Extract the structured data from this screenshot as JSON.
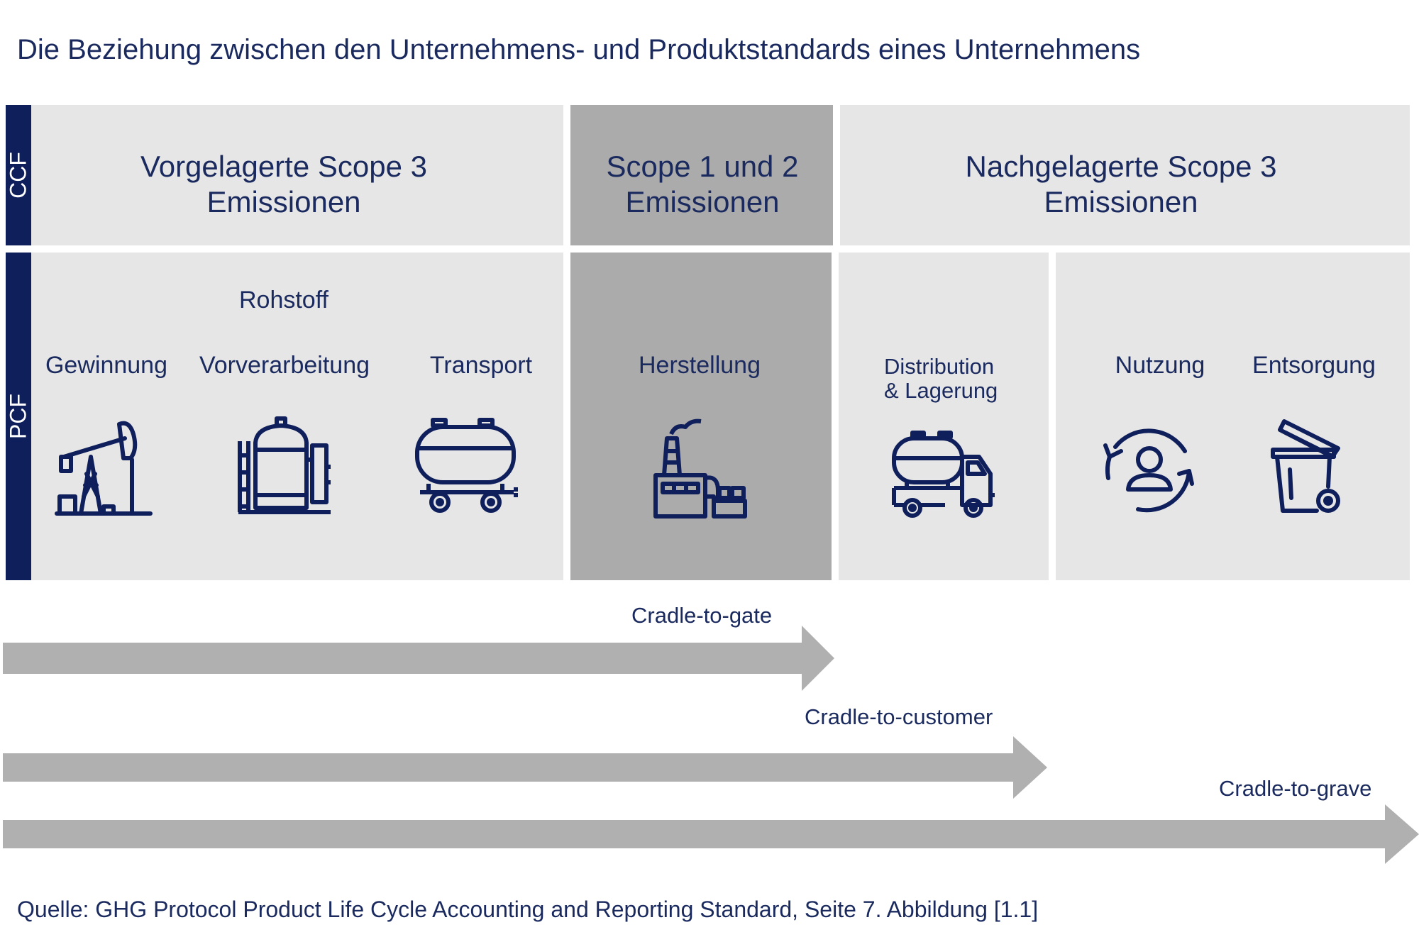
{
  "title": "Die Beziehung zwischen den Unternehmens- und Produktstandards eines Unternehmens",
  "rows": {
    "ccf": "CCF",
    "pcf": "PCF"
  },
  "ccf": {
    "upstream": "Vorgelagerte Scope 3 Emissionen",
    "scope12": "Scope 1 und 2 Emissionen",
    "downstream": "Nachgelagerte Scope 3 Emissionen"
  },
  "pcf": {
    "rohstoff": "Rohstoff",
    "gewinnung": "Gewinnung",
    "vorverarbeitung": "Vorverarbeitung",
    "transport": "Transport",
    "herstellung": "Herstellung",
    "distribution_line1": "Distribution",
    "distribution_line2": "& Lagerung",
    "nutzung": "Nutzung",
    "entsorgung": "Entsorgung"
  },
  "icons": [
    "oil-pump-icon",
    "tank-icon",
    "tank-wagon-icon",
    "factory-icon",
    "tank-truck-icon",
    "user-cycle-icon",
    "trash-bin-icon"
  ],
  "arrows": {
    "gate": "Cradle-to-gate",
    "customer": "Cradle-to-customer",
    "grave": "Cradle-to-grave"
  },
  "source": "Quelle: GHG Protocol Product Life Cycle Accounting and Reporting Standard, Seite 7. Abbildung [1.1]",
  "colors": {
    "navy": "#0f1f5c",
    "text": "#1a2a5e",
    "light": "#e6e6e6",
    "mid": "#ababab",
    "arrow": "#b0b0b0"
  }
}
